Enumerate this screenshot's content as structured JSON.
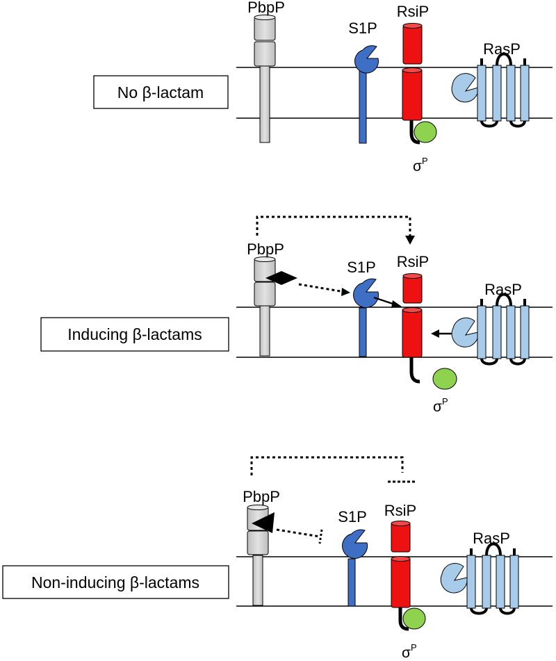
{
  "panels": [
    {
      "condition": "No β-lactam",
      "pbp": "PbpP",
      "s1p": "S1P",
      "rsip": "RsiP",
      "rasp": "RasP",
      "sigma": "σ",
      "sigma_sup": "P"
    },
    {
      "condition": "Inducing β-lactams",
      "pbp": "PbpP",
      "s1p": "S1P",
      "rsip": "RsiP",
      "rasp": "RasP",
      "sigma": "σ",
      "sigma_sup": "P"
    },
    {
      "condition": "Non-inducing β-lactams",
      "pbp": "PbpP",
      "s1p": "S1P",
      "rsip": "RsiP",
      "rasp": "RasP",
      "sigma": "σ",
      "sigma_sup": "P"
    }
  ],
  "colors": {
    "pbpp": "#d4d4d4",
    "s1p": "#3f6fc4",
    "rsip": "#ee1111",
    "rasp": "#a9cbea",
    "sigma": "#8fd24f",
    "line": "#000000"
  }
}
